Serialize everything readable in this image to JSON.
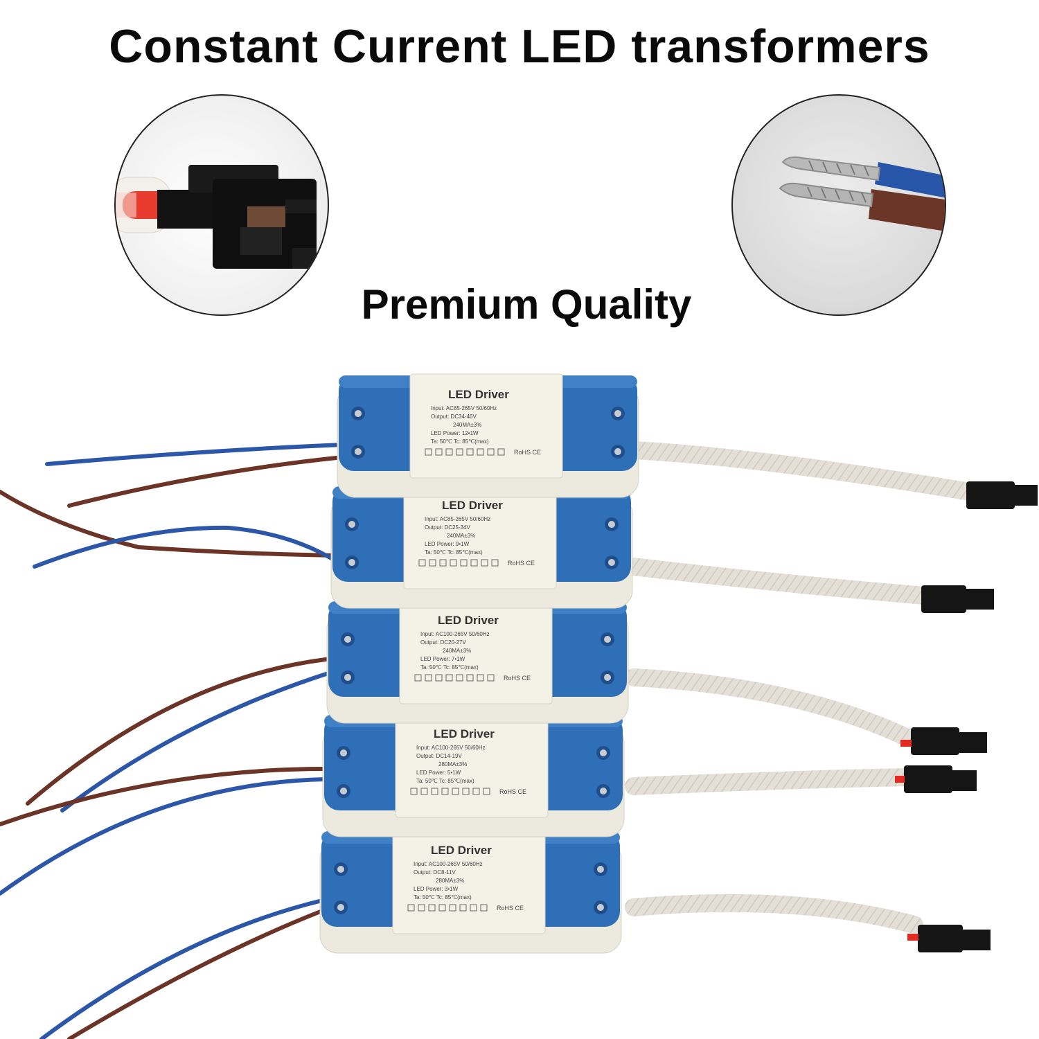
{
  "title": "Constant Current LED transformers",
  "subtitle": "Premium Quality",
  "drivers": [
    {
      "name": "LED Driver",
      "input": "Input: AC85-265V 50/60Hz",
      "output": "Output: DC34-46V",
      "current": "240MA±3%",
      "power": "LED Power: 12•1W",
      "temp": "Ta: 50℃  Tc: 85℃(max)",
      "marks": "RoHS CE"
    },
    {
      "name": "LED Driver",
      "input": "Input: AC85-265V 50/60Hz",
      "output": "Output: DC25-34V",
      "current": "240MA±3%",
      "power": "LED Power: 9•1W",
      "temp": "Ta: 50℃  Tc: 85℃(max)",
      "marks": "RoHS CE"
    },
    {
      "name": "LED Driver",
      "input": "Input: AC100-265V 50/60Hz",
      "output": "Output: DC20-27V",
      "current": "240MA±3%",
      "power": "LED Power: 7•1W",
      "temp": "Ta: 50℃  Tc: 85℃(max)",
      "marks": "RoHS CE"
    },
    {
      "name": "LED Driver",
      "input": "Input: AC100-265V 50/60Hz",
      "output": "Output: DC14-19V",
      "current": "280MA±3%",
      "power": "LED Power: 5•1W",
      "temp": "Ta: 50℃  Tc: 85℃(max)",
      "marks": "RoHS CE"
    },
    {
      "name": "LED Driver",
      "input": "Input: AC100-265V 50/60Hz",
      "output": "Output: DC8-11V",
      "current": "280MA±3%",
      "power": "LED Power: 3•1W",
      "temp": "Ta: 50℃  Tc: 85℃(max)",
      "marks": "RoHS CE"
    }
  ],
  "colors": {
    "housing_blue": "#2f6fb8",
    "label_cream": "#f4f1e6",
    "wire_blue": "#2c57a8",
    "wire_brown": "#6b3426",
    "braid": "#e2ded6",
    "connector": "#151515",
    "connector_red": "#e32b24"
  }
}
